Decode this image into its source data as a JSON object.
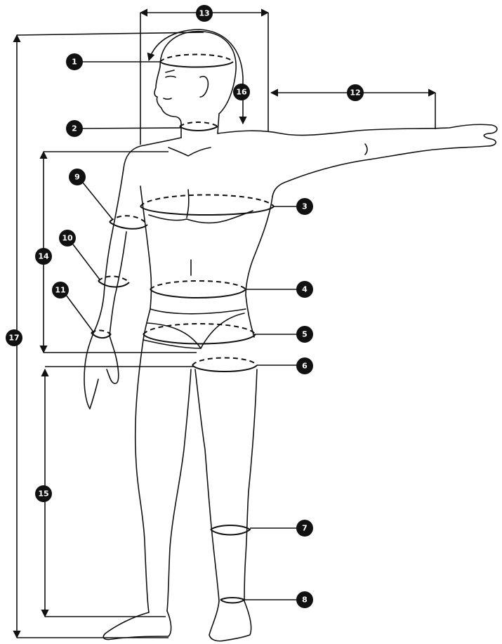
{
  "markers": [
    {
      "id": "m1",
      "label": "1"
    },
    {
      "id": "m2",
      "label": "2"
    },
    {
      "id": "m3",
      "label": "3"
    },
    {
      "id": "m4",
      "label": "4"
    },
    {
      "id": "m5",
      "label": "5"
    },
    {
      "id": "m6",
      "label": "6"
    },
    {
      "id": "m7",
      "label": "7"
    },
    {
      "id": "m8",
      "label": "8"
    },
    {
      "id": "m9",
      "label": "9"
    },
    {
      "id": "m10",
      "label": "10"
    },
    {
      "id": "m11",
      "label": "11"
    },
    {
      "id": "m12",
      "label": "12"
    },
    {
      "id": "m13",
      "label": "13"
    },
    {
      "id": "m14",
      "label": "14"
    },
    {
      "id": "m15",
      "label": "15"
    },
    {
      "id": "m16",
      "label": "16"
    },
    {
      "id": "m17",
      "label": "17"
    }
  ],
  "colors": {
    "ink": "#111111",
    "background": "#ffffff",
    "badge_text": "#ffffff"
  }
}
